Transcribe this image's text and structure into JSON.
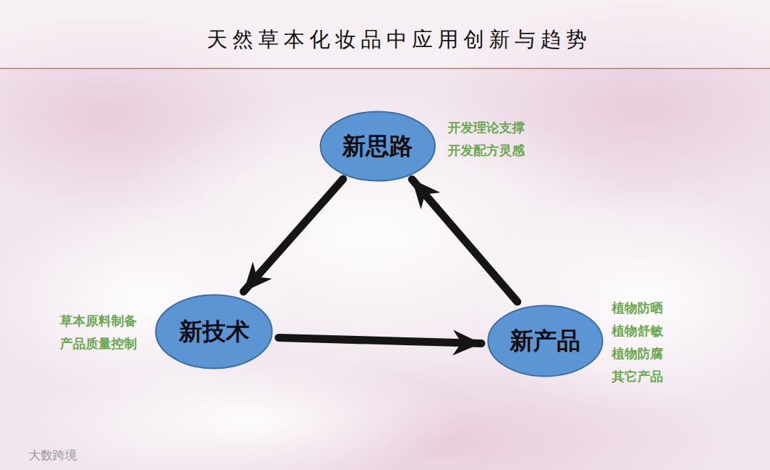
{
  "diagram": {
    "title": "天然草本化妆品中应用创新与趋势",
    "nodes": [
      {
        "text": [
          "新思路"
        ]
      },
      {
        "text": [
          "新技术"
        ]
      },
      {
        "text": [
          "新产品"
        ]
      }
    ],
    "edges": [
      {
        "from": 0,
        "to": 1,
        "arrow": "to"
      },
      {
        "from": 1,
        "to": 2,
        "arrow": "to"
      },
      {
        "from": 2,
        "to": 0,
        "arrow": "to"
      }
    ],
    "labels": [
      "开发理论支撑",
      "开发配方灵感",
      "草本原料制备",
      "产品质量控制",
      "植物防晒",
      "植物舒敏",
      "植物防腐",
      "其它产品",
      "大数跨境"
    ]
  }
}
